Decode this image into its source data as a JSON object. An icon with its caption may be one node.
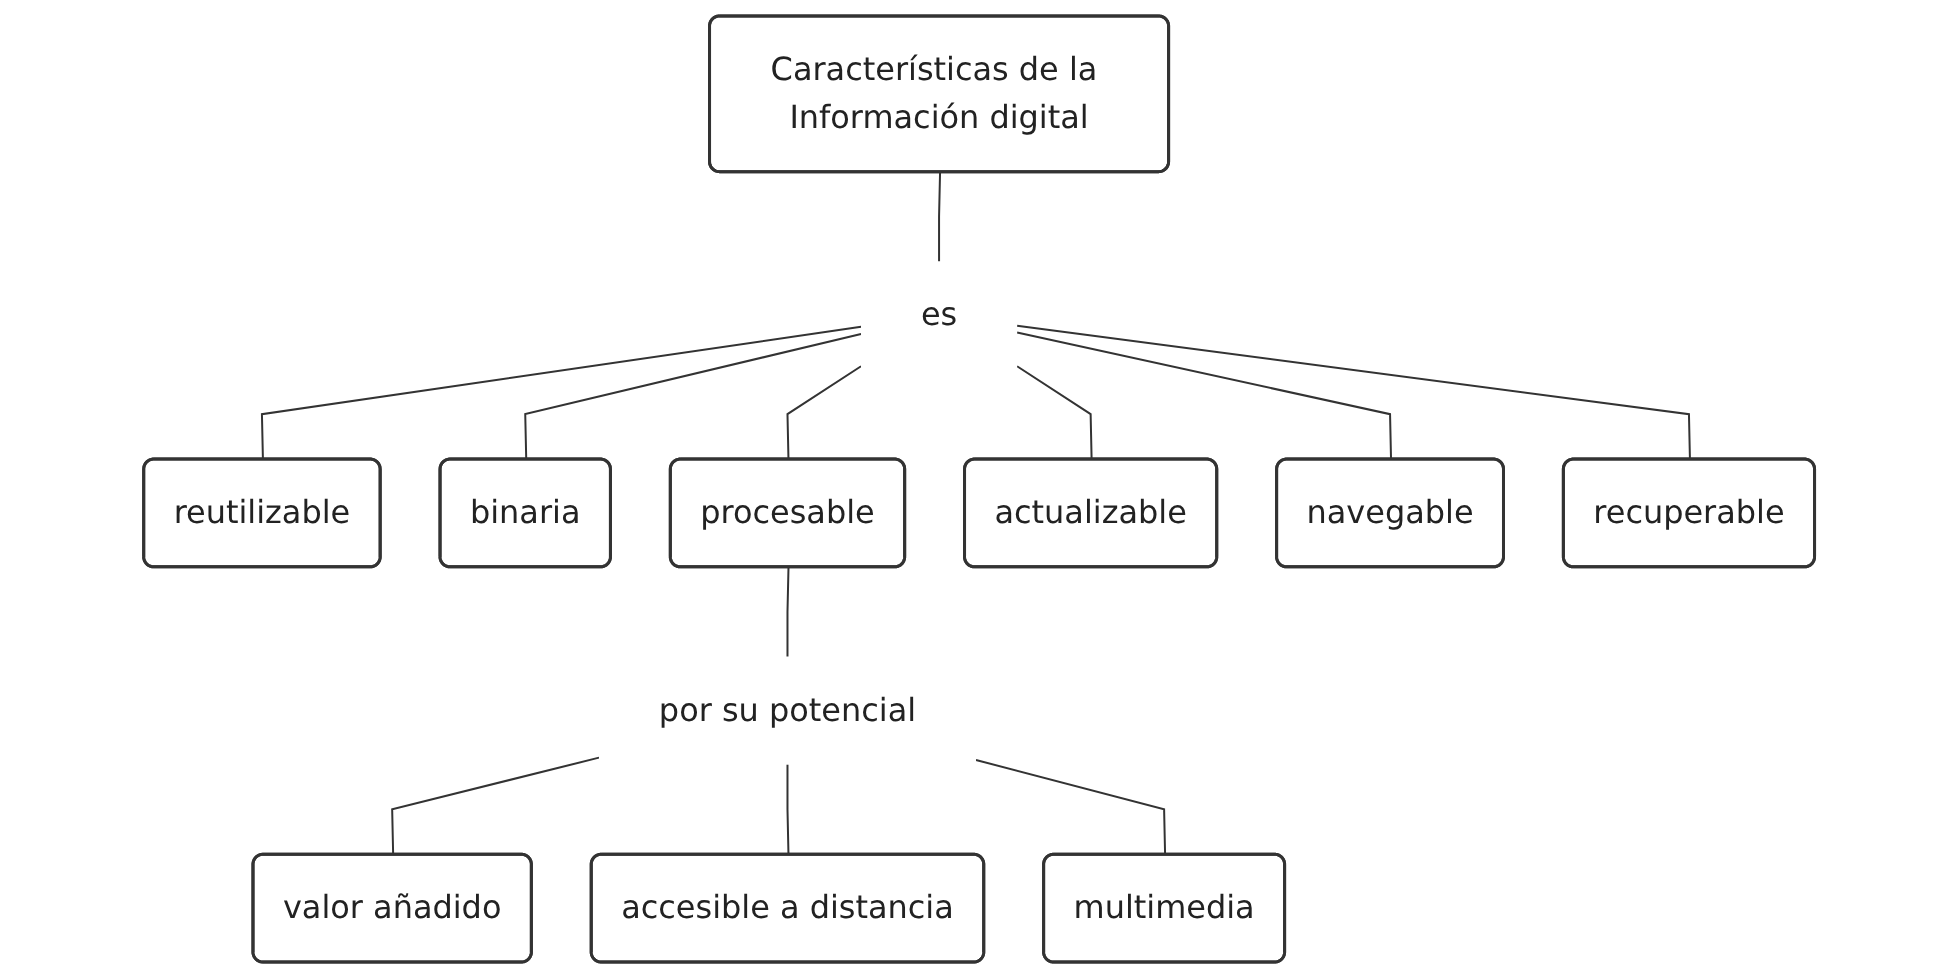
{
  "diagram": {
    "nodes": [
      {
        "text": [
          "Características de la Información digital"
        ]
      },
      {
        "text": [
          "es"
        ]
      },
      {
        "text": [
          "reutilizable"
        ]
      },
      {
        "text": [
          "binaria"
        ]
      },
      {
        "text": [
          "procesable"
        ]
      },
      {
        "text": [
          "actualizable"
        ]
      },
      {
        "text": [
          "por su potencial"
        ]
      },
      {
        "text": [
          "navegable"
        ]
      },
      {
        "text": [
          "recuperable"
        ]
      },
      {
        "text": [
          "valor añadido"
        ]
      },
      {
        "text": [
          "multimedia"
        ]
      },
      {
        "text": [
          "accesible a distancia"
        ]
      }
    ],
    "edges": [
      {
        "from": 0,
        "to": 1,
        "arrow": "none"
      },
      {
        "from": 1,
        "to": 2,
        "arrow": "none"
      },
      {
        "from": 1,
        "to": 3,
        "arrow": "none"
      },
      {
        "from": 1,
        "to": 4,
        "arrow": "none"
      },
      {
        "from": 1,
        "to": 7,
        "arrow": "none"
      },
      {
        "from": 1,
        "to": 5,
        "arrow": "none"
      },
      {
        "from": 1,
        "to": 8,
        "arrow": "none"
      },
      {
        "from": 4,
        "to": 6,
        "arrow": "none"
      },
      {
        "from": 6,
        "to": 9,
        "arrow": "none"
      },
      {
        "from": 6,
        "to": 11,
        "arrow": "none"
      },
      {
        "from": 6,
        "to": 10,
        "arrow": "none"
      }
    ]
  }
}
